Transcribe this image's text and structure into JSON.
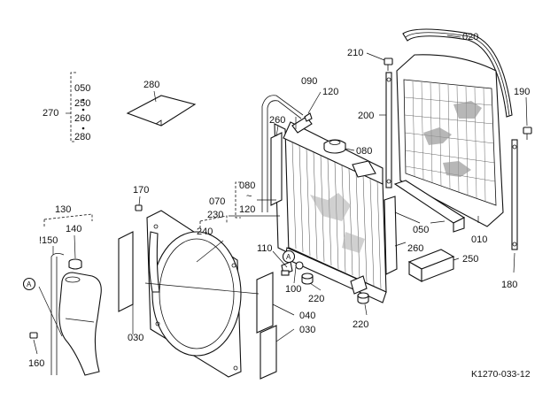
{
  "diagram": {
    "drawing_code": "K1270-033-12",
    "group_270": {
      "label": "270",
      "members": [
        "050",
        "250",
        "260",
        "280"
      ]
    },
    "group_080_120": {
      "top": "080",
      "tilde": "~",
      "bottom": "120"
    },
    "callouts": {
      "c020": "020",
      "c210": "210",
      "c190": "190",
      "c090": "090",
      "c120": "120",
      "c200": "200",
      "c260_top": "260",
      "c080": "080",
      "c280": "280",
      "c170": "170",
      "c070": "070",
      "c130": "130",
      "c140": "140",
      "c150": "!150",
      "c240": "240",
      "c230": "230",
      "c110": "110",
      "c100": "100",
      "c050": "050",
      "c010": "010",
      "c260_mid": "260",
      "c250": "250",
      "c180": "180",
      "c220_a": "220",
      "c220_b": "220",
      "c030_left": "030",
      "c040": "040",
      "c030_right": "030",
      "c160": "160"
    },
    "markers": {
      "a_left": "A",
      "a_center": "A"
    }
  }
}
